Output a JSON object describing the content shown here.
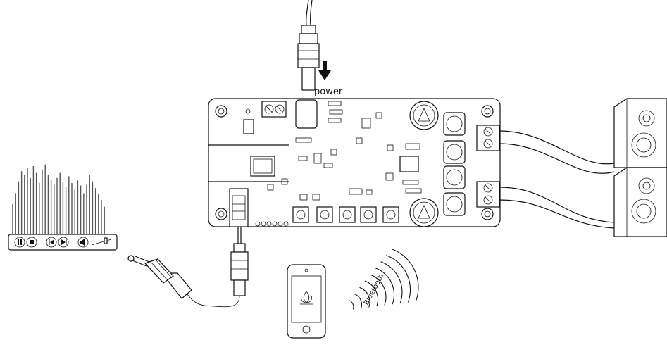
{
  "labels": {
    "power": "power",
    "bluetooth": "Bluetooth"
  },
  "icons": {
    "player_controls": [
      "pause-icon",
      "stop-icon",
      "previous-icon",
      "next-icon",
      "volume-icon",
      "volume-slider"
    ],
    "phone_logo": "lotus-icon"
  },
  "equalizer_levels": [
    0.35,
    0.48,
    0.62,
    0.74,
    0.7,
    0.78,
    0.66,
    0.8,
    0.72,
    0.6,
    0.76,
    0.82,
    0.7,
    0.64,
    0.58,
    0.66,
    0.72,
    0.61,
    0.55,
    0.68,
    0.6,
    0.52,
    0.63,
    0.57,
    0.48,
    0.58,
    0.7,
    0.62,
    0.54,
    0.47,
    0.4,
    0.32
  ]
}
